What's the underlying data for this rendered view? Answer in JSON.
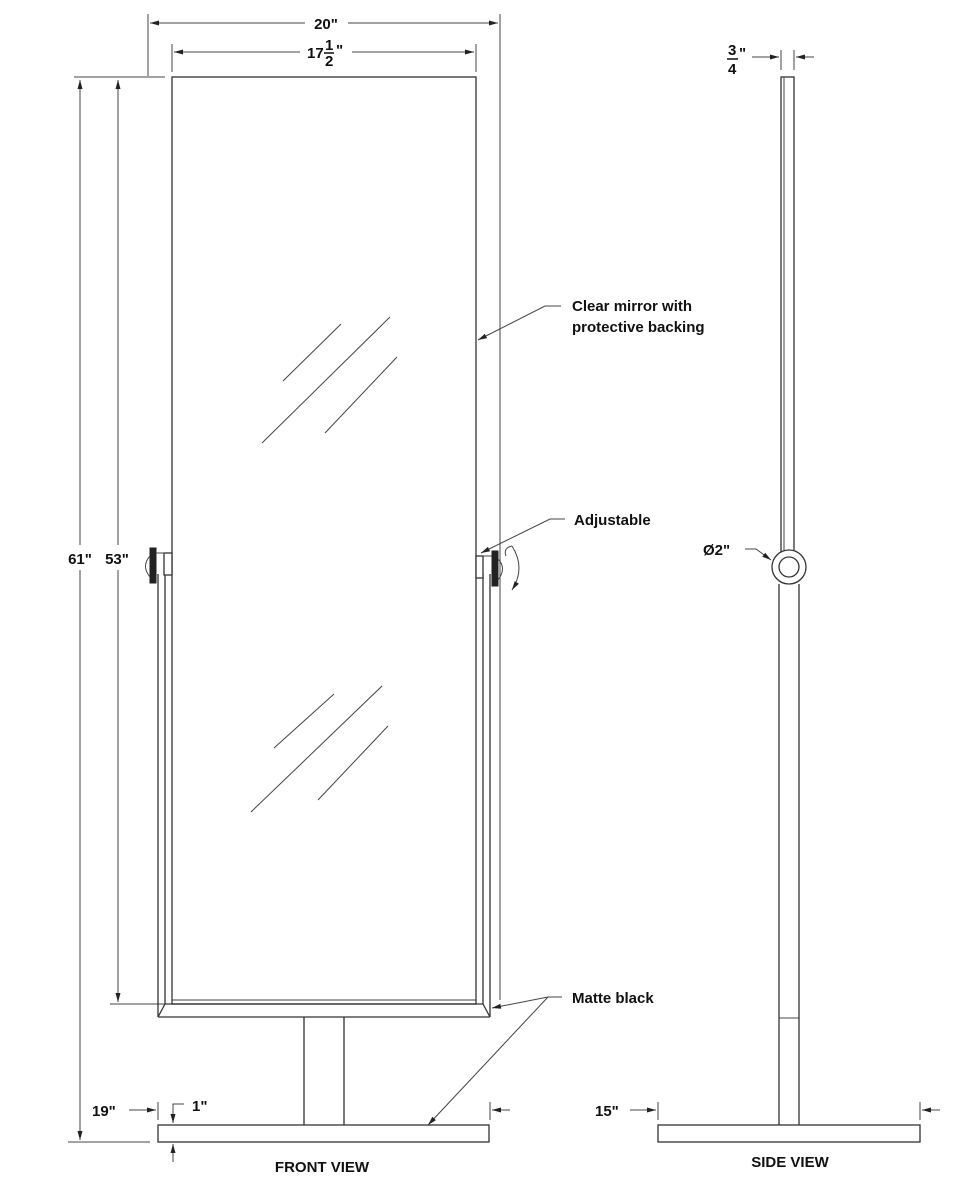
{
  "front_view": {
    "title": "FRONT VIEW",
    "dimensions": {
      "overall_width": "20\"",
      "mirror_width_whole": "17",
      "mirror_width_num": "1",
      "mirror_width_den": "2",
      "inch_mark": "\"",
      "overall_height": "61\"",
      "mirror_height": "53\"",
      "base_width": "19\"",
      "base_thickness": "1\""
    },
    "callouts": {
      "mirror": [
        "Clear mirror with",
        "protective backing"
      ],
      "adjustable": "Adjustable",
      "finish": "Matte black"
    }
  },
  "side_view": {
    "title": "SIDE VIEW",
    "dimensions": {
      "thickness_num": "3",
      "thickness_den": "4",
      "inch_mark": "\"",
      "pivot_diameter": "Ø2\"",
      "base_depth": "15\""
    }
  },
  "colors": {
    "line": "#333333",
    "text": "#111111",
    "background": "#ffffff"
  }
}
